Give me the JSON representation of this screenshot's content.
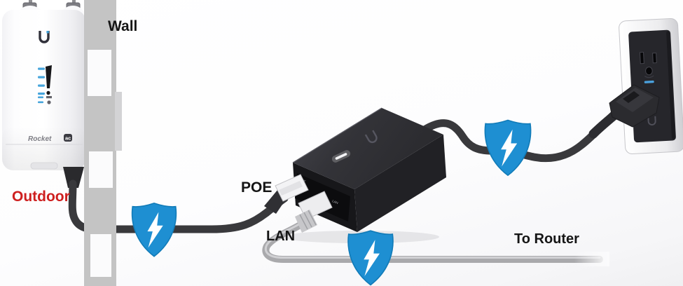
{
  "labels": {
    "wall": "Wall",
    "outdoor": "Outdoor",
    "poe": "POE",
    "lan": "LAN",
    "to_router": "To Router"
  },
  "access_point": {
    "logo": "Rocket",
    "logo_badge": "ac",
    "signal_led_count": 4,
    "status_led_count": 2
  },
  "injector": {
    "port_labels": {
      "poe": "POE",
      "lan": "LAN"
    }
  },
  "icons": {
    "shield": "surge-protection-shield-with-lightning-bolt",
    "shield_count": 3,
    "brand": "ubiquiti-u-logo"
  },
  "colors": {
    "shield_blue": "#1E8FD2",
    "outdoor_red": "#CE1F1F",
    "label_black": "#151515",
    "wall_gray": "#C4C4C4",
    "cable_black": "#39393C",
    "cable_gray": "#A9A9AC",
    "socket_led_blue": "#4AA0DC"
  }
}
